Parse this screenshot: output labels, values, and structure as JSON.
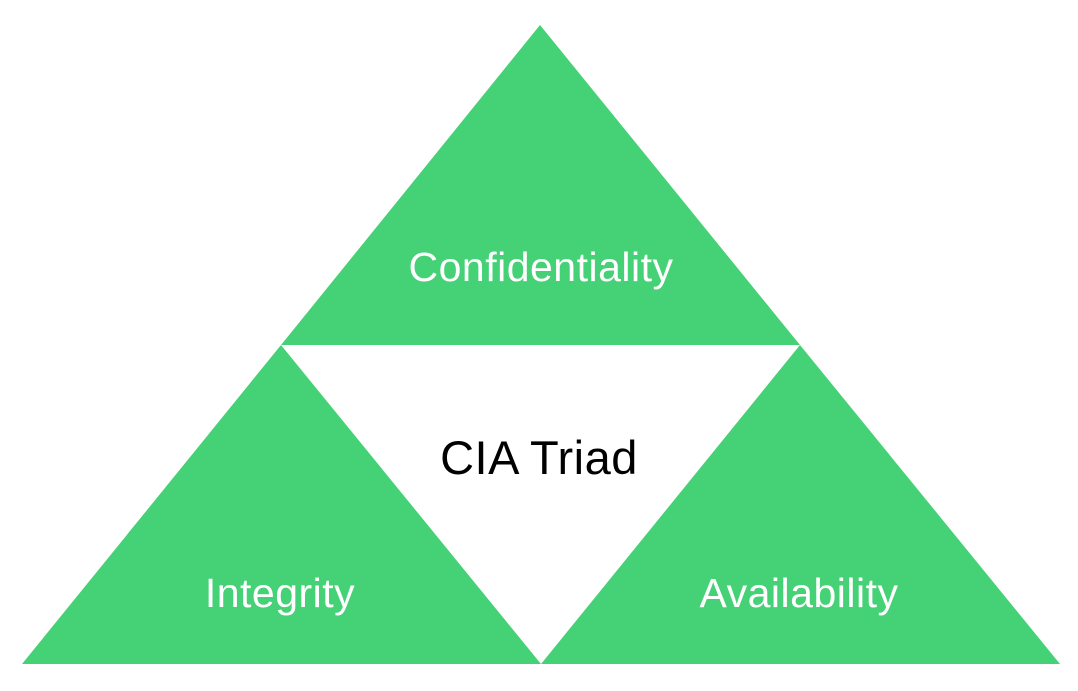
{
  "diagram": {
    "type": "triad-triangle",
    "center_label": "CIA Triad",
    "nodes": [
      {
        "id": "confidentiality",
        "label": "Confidentiality",
        "position": "top"
      },
      {
        "id": "integrity",
        "label": "Integrity",
        "position": "bottom-left"
      },
      {
        "id": "availability",
        "label": "Availability",
        "position": "bottom-right"
      }
    ]
  },
  "colors": {
    "triangle_fill": "#45d175",
    "node_label_text": "#ffffff",
    "center_label_text": "#000000",
    "background": "#ffffff"
  }
}
